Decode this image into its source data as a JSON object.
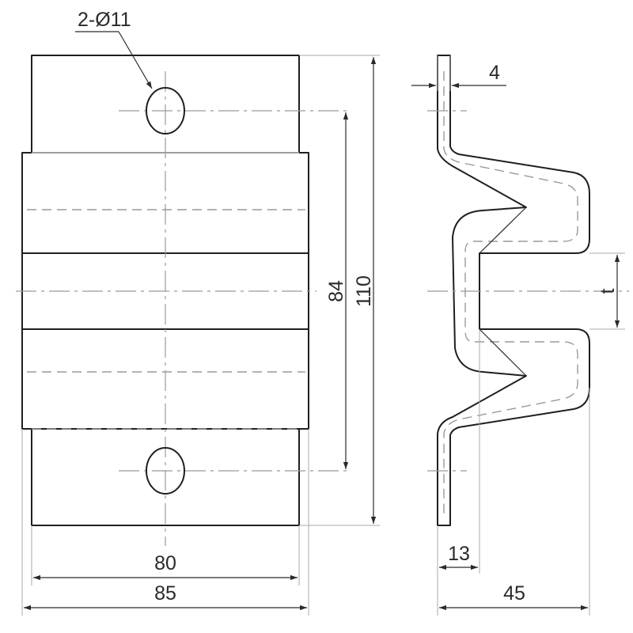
{
  "drawing": {
    "front_view": {
      "hole_callout": "2-Ø11",
      "dim_hole_pitch": "84",
      "dim_total_height": "110",
      "dim_inner_width": "80",
      "dim_total_width": "85"
    },
    "side_view": {
      "dim_thickness": "4",
      "dim_gap": "t",
      "dim_flange": "13",
      "dim_depth": "45"
    },
    "colors": {
      "line": "#1f1f1f",
      "hidden_line": "#9a9a9a",
      "background": "#ffffff"
    }
  }
}
